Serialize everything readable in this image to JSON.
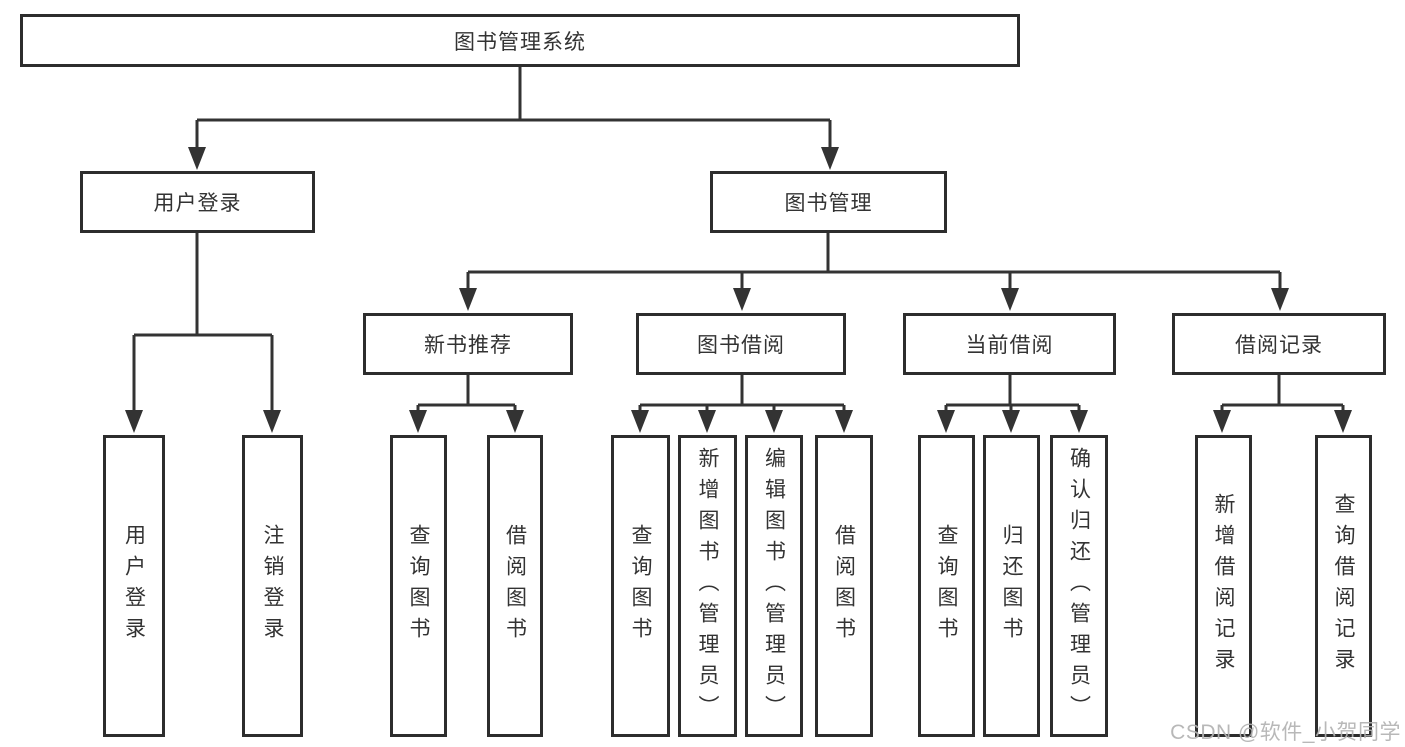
{
  "tree": {
    "root": {
      "label": "图书管理系统"
    },
    "branches": [
      {
        "label": "用户登录",
        "children": [
          {
            "label": "用户登录"
          },
          {
            "label": "注销登录"
          }
        ]
      },
      {
        "label": "图书管理",
        "children": [
          {
            "label": "新书推荐",
            "children": [
              {
                "label": "查询图书"
              },
              {
                "label": "借阅图书"
              }
            ]
          },
          {
            "label": "图书借阅",
            "children": [
              {
                "label": "查询图书"
              },
              {
                "label": "新增图书（管理员）"
              },
              {
                "label": "编辑图书（管理员）"
              },
              {
                "label": "借阅图书"
              }
            ]
          },
          {
            "label": "当前借阅",
            "children": [
              {
                "label": "查询图书"
              },
              {
                "label": "归还图书"
              },
              {
                "label": "确认归还（管理员）"
              }
            ]
          },
          {
            "label": "借阅记录",
            "children": [
              {
                "label": "新增借阅记录"
              },
              {
                "label": "查询借阅记录"
              }
            ]
          }
        ]
      }
    ]
  },
  "watermark": {
    "text": "CSDN @软件_小贺同学",
    "color": "#b3b3b3"
  },
  "colors": {
    "line": "#333333",
    "box_border": "#2d2d2d",
    "text": "#333333",
    "background": "#ffffff"
  }
}
